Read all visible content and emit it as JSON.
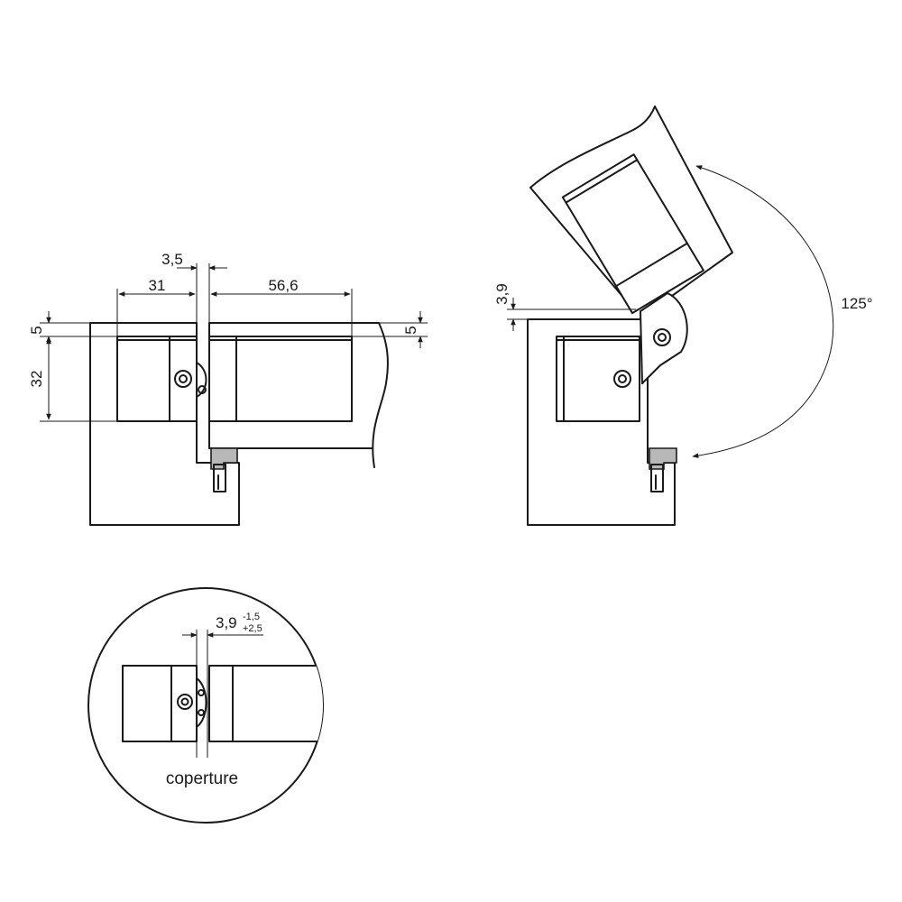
{
  "dimensions": {
    "gap_top": "3,5",
    "width_left": "31",
    "width_right": "56,6",
    "offset_left": "5",
    "height": "32",
    "offset_right": "5",
    "offset_open": "3,9",
    "angle": "125°",
    "detail_base": "3,9",
    "detail_tol_minus": "-1,5",
    "detail_tol_plus": "+2,5"
  },
  "labels": {
    "detail_caption": "coperture"
  }
}
